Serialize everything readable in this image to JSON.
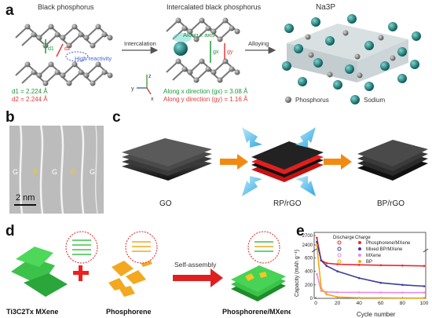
{
  "panel_a": {
    "letter": "a",
    "titles": {
      "black_p": "Black phosphorus",
      "intercalated": "Intercalated black phosphorus",
      "product": "Na3P"
    },
    "arrows": {
      "intercalation": "Intercalation",
      "alloying": "Alloying"
    },
    "annotations": {
      "d1": "d1",
      "d2": "d2",
      "high_reactivity": "High reactivity",
      "along_x": "Along x axis",
      "gx": "gx",
      "gy": "gy",
      "axis_z": "z",
      "axis_y": "y",
      "axis_x": "x"
    },
    "values": {
      "d1": "d1 = 2.224 Å",
      "d2": "d2 = 2.244 Å",
      "gx": "Along x direction (gx) = 3.08 Å",
      "gy": "Along y direction (gy) = 1.16 Å"
    },
    "legend": {
      "phosphorus": "Phosphorus",
      "sodium": "Sodium"
    }
  },
  "panel_b": {
    "letter": "b",
    "labels": [
      "G",
      "P",
      "G",
      "P",
      "G"
    ],
    "scale": "2 nm"
  },
  "panel_c": {
    "letter": "c",
    "labels": [
      "GO",
      "RP/rGO",
      "BP/rGO"
    ]
  },
  "panel_d": {
    "letter": "d",
    "labels": {
      "mxene": "Ti3C2Tx MXene",
      "phosphorene": "Phosphorene",
      "self_assembly": "Self-assembly",
      "composite": "Phosphorene/MXene"
    }
  },
  "panel_e": {
    "letter": "e",
    "legend_head": {
      "discharge": "Discharge",
      "charge": "Charge"
    },
    "chart_data": {
      "type": "line",
      "xlabel": "Cycle number",
      "ylabel": "Capacity (mAh g⁻¹)",
      "x_ticks": [
        "0",
        "20",
        "40",
        "60",
        "80",
        "100"
      ],
      "y_ticks_upper": [
        "2400",
        "2700"
      ],
      "y_ticks_lower": [
        "0",
        "200",
        "400",
        "600"
      ],
      "xlim": [
        0,
        100
      ],
      "series": [
        {
          "name": "Phosphorene/MXene",
          "color": "#e8282e",
          "x": [
            1,
            5,
            10,
            20,
            40,
            60,
            80,
            100
          ],
          "y": [
            2630,
            560,
            520,
            505,
            495,
            490,
            485,
            480
          ]
        },
        {
          "name": "Mixed BP/MXene",
          "color": "#3a3a9c",
          "x": [
            1,
            5,
            10,
            20,
            40,
            60,
            80,
            100
          ],
          "y": [
            2500,
            560,
            480,
            400,
            300,
            230,
            200,
            180
          ]
        },
        {
          "name": "MXene",
          "color": "#e98be0",
          "x": [
            1,
            5,
            10,
            20,
            40,
            60,
            80,
            100
          ],
          "y": [
            360,
            110,
            95,
            90,
            88,
            86,
            85,
            85
          ]
        },
        {
          "name": "BP",
          "color": "#f2a90e",
          "x": [
            1,
            5,
            10,
            20,
            40,
            60,
            80,
            100
          ],
          "y": [
            2400,
            150,
            60,
            20,
            10,
            8,
            5,
            5
          ]
        }
      ]
    }
  }
}
